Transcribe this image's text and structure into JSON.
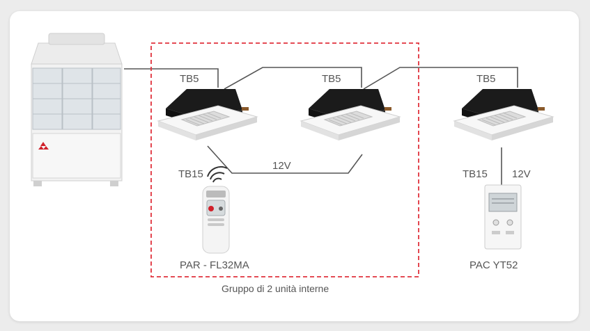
{
  "labels": {
    "tb5_1": "TB5",
    "tb5_2": "TB5",
    "tb5_3": "TB5",
    "tb15_1": "TB15",
    "tb15_2": "TB15",
    "v12_1": "12V",
    "v12_2": "12V",
    "remote1": "PAR - FL32MA",
    "remote2": "PAC YT52",
    "group": "Gruppo di 2 unità interne"
  },
  "colors": {
    "group_border": "#e0323c",
    "wire": "#555555",
    "text": "#555555"
  },
  "icons": {
    "outdoor_unit": "outdoor-unit-icon",
    "indoor_unit": "cassette-indoor-unit-icon",
    "wireless_remote": "wireless-remote-icon",
    "wall_controller": "wall-controller-icon",
    "signal": "wifi-signal-icon"
  }
}
